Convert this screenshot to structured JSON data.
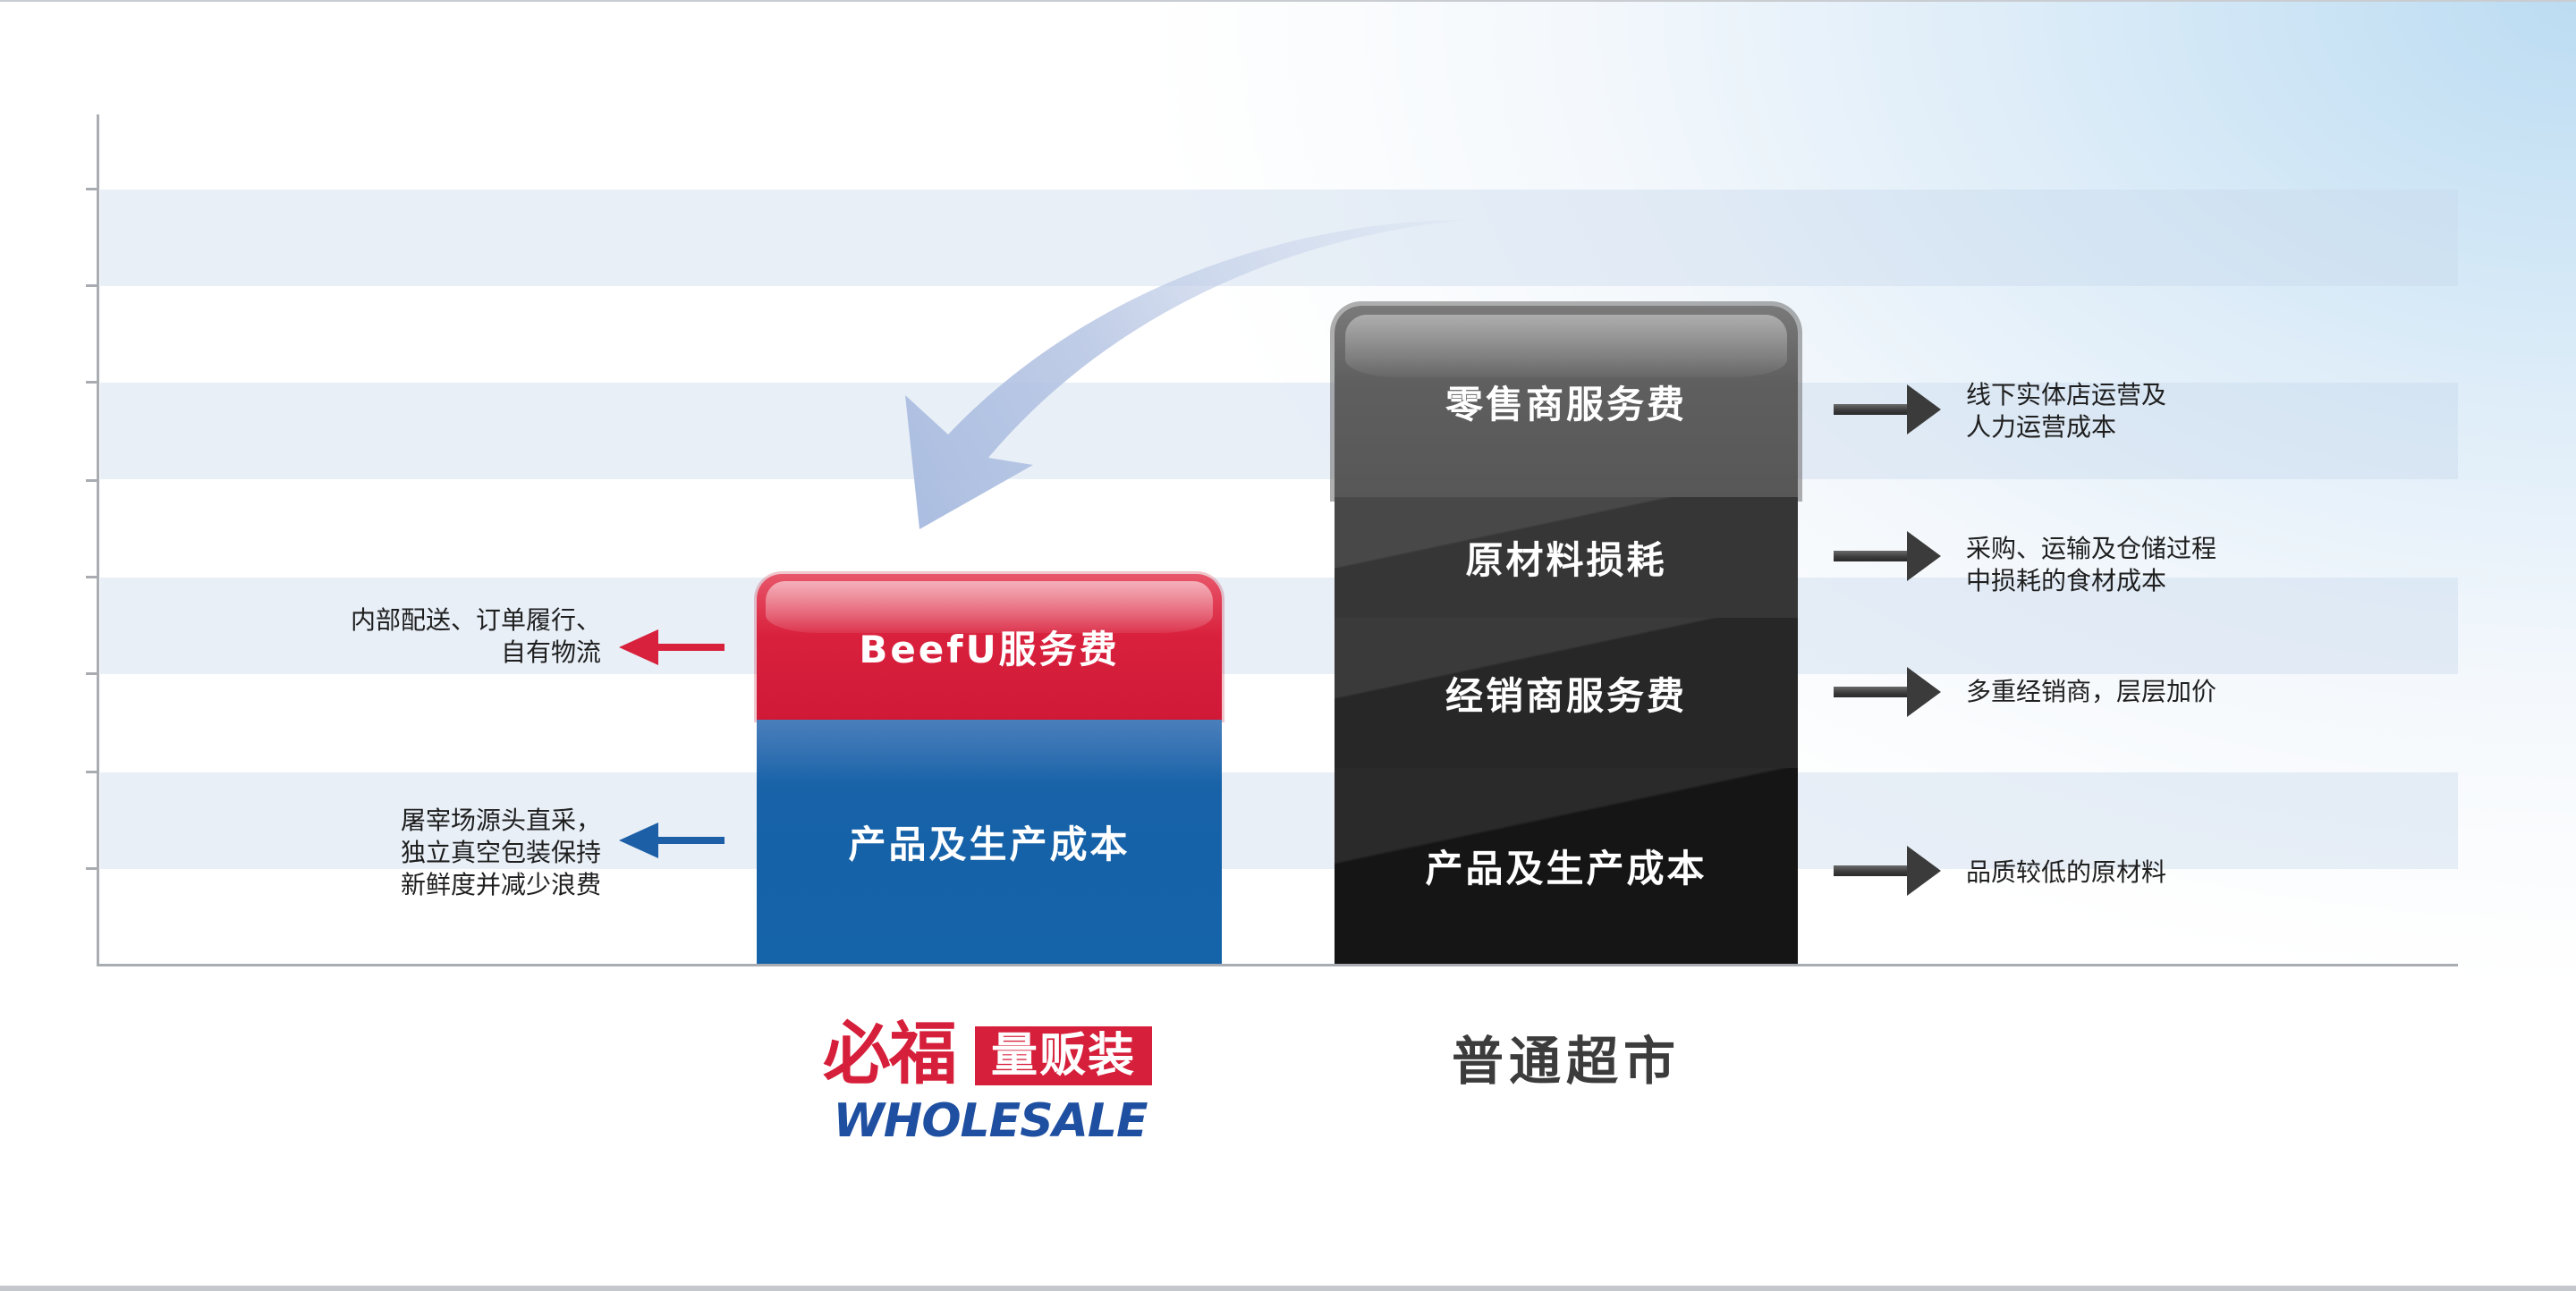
{
  "beefu": {
    "service_label": "BeefU服务费",
    "cost_label": "产品及生产成本",
    "note_service": [
      "内部配送、订单履行、",
      "自有物流"
    ],
    "note_cost": [
      "屠宰场源头直采，",
      "独立真空包装保持",
      "新鲜度并减少浪费"
    ],
    "logo": {
      "name": "必福",
      "box_text": "量贩装",
      "sub_text": "WHOLESALE"
    }
  },
  "supermarket": {
    "label": "普通超市",
    "segments": [
      {
        "label": "零售商服务费",
        "note": [
          "线下实体店运营及",
          "人力运营成本"
        ]
      },
      {
        "label": "原材料损耗",
        "note": [
          "采购、运输及仓储过程",
          "中损耗的食材成本"
        ]
      },
      {
        "label": "经销商服务费",
        "note": [
          "多重经销商，层层加价"
        ]
      },
      {
        "label": "产品及生产成本",
        "note": [
          "品质较低的原材料"
        ]
      }
    ]
  },
  "colors": {
    "beefu_red": "#d9213d",
    "beefu_blue": "#1563a9",
    "supermarket_dark": "#151515",
    "band": "#c8d8ec"
  },
  "icons": [
    "arrow-left-icon",
    "arrow-right-icon",
    "curved-arrow-icon"
  ]
}
